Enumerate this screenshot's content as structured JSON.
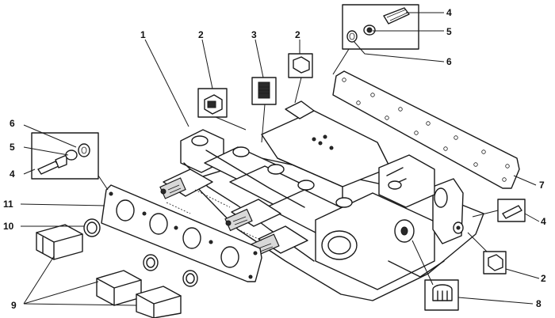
{
  "figure": {
    "callouts": [
      {
        "id": "c1",
        "text": "1"
      },
      {
        "id": "c2a",
        "text": "2"
      },
      {
        "id": "c3",
        "text": "3"
      },
      {
        "id": "c2b",
        "text": "2"
      },
      {
        "id": "c4a",
        "text": "4"
      },
      {
        "id": "c5a",
        "text": "5"
      },
      {
        "id": "c6a",
        "text": "6"
      },
      {
        "id": "c6b",
        "text": "6"
      },
      {
        "id": "c5b",
        "text": "5"
      },
      {
        "id": "c4b",
        "text": "4"
      },
      {
        "id": "c11",
        "text": "11"
      },
      {
        "id": "c10",
        "text": "10"
      },
      {
        "id": "c9",
        "text": "9"
      },
      {
        "id": "c7",
        "text": "7"
      },
      {
        "id": "c4c",
        "text": "4"
      },
      {
        "id": "c2c",
        "text": "2"
      },
      {
        "id": "c8",
        "text": "8"
      }
    ]
  },
  "colors": {
    "ink": "#1a1a1a",
    "paper": "#ffffff",
    "shade": "#d8d8d8"
  }
}
